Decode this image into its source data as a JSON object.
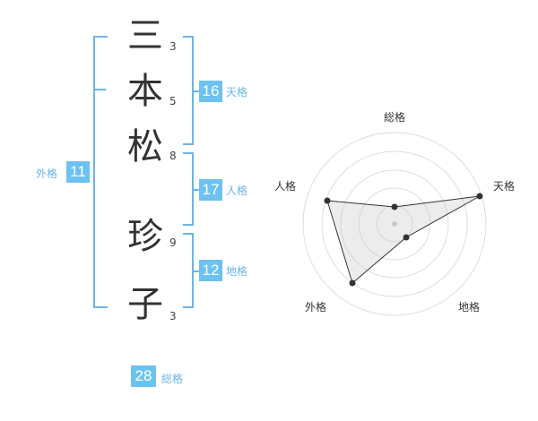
{
  "name": {
    "chars": [
      {
        "char": "三",
        "strokes": "3"
      },
      {
        "char": "本",
        "strokes": "5"
      },
      {
        "char": "松",
        "strokes": "8"
      },
      {
        "char": "珍",
        "strokes": "9"
      },
      {
        "char": "子",
        "strokes": "3"
      }
    ]
  },
  "kaku": {
    "tenkaku": {
      "value": "16",
      "label": "天格"
    },
    "jinkaku": {
      "value": "17",
      "label": "人格"
    },
    "chikaku": {
      "value": "12",
      "label": "地格"
    },
    "gaikaku": {
      "value": "11",
      "label": "外格"
    },
    "soukaku": {
      "value": "28",
      "label": "総格"
    }
  },
  "radar": {
    "labels": {
      "top": "総格",
      "right": "天格",
      "bottom_right": "地格",
      "bottom_left": "外格",
      "left": "人格"
    }
  },
  "colors": {
    "accent": "#6cc2f0",
    "bracket": "#6cb4e8",
    "text": "#333333"
  }
}
